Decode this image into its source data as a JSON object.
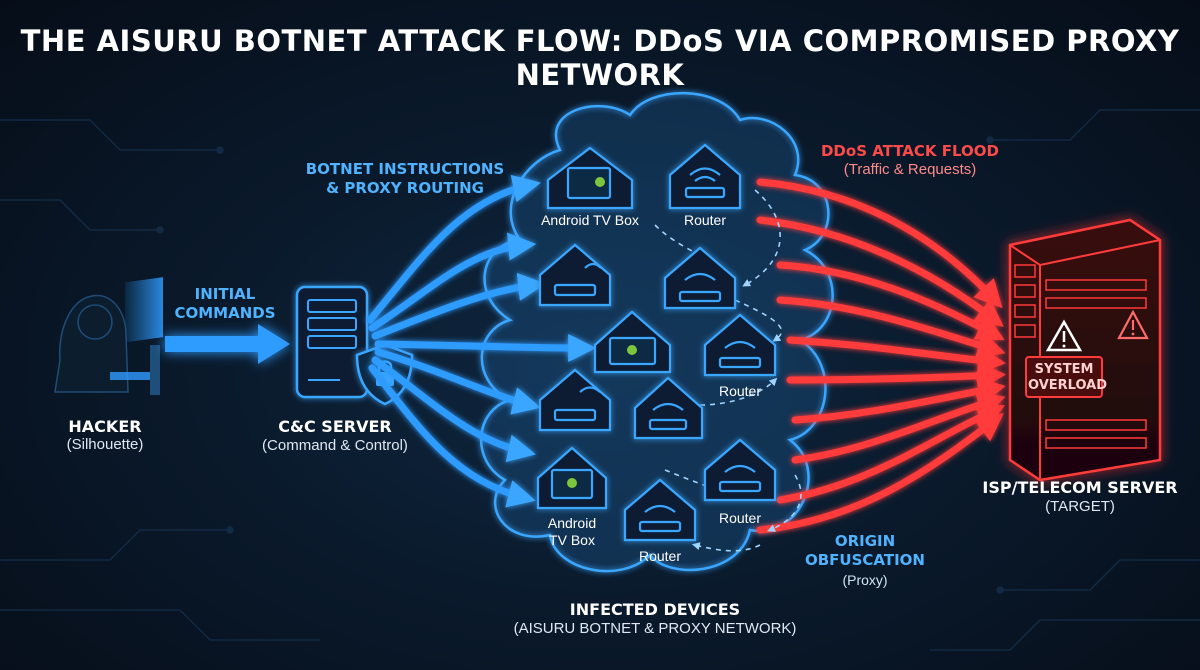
{
  "title": "THE AISURU BOTNET ATTACK FLOW: DDoS VIA COMPROMISED PROXY NETWORK",
  "hacker": {
    "label": "HACKER",
    "sub": "(Silhouette)"
  },
  "initial_commands": {
    "line1": "INITIAL",
    "line2": "COMMANDS"
  },
  "cc_server": {
    "label": "C&C SERVER",
    "sub": "(Command & Control)"
  },
  "botnet_instructions": {
    "line1": "BOTNET INSTRUCTIONS",
    "line2": "& PROXY ROUTING"
  },
  "devices": {
    "android_top": "Android TV Box",
    "router_top": "Router",
    "router_mid": "Router",
    "router_lower": "Router",
    "router_bottom": "Router",
    "android_bottom_1": "Android",
    "android_bottom_2": "TV Box"
  },
  "ddos": {
    "label": "DDoS ATTACK FLOOD",
    "sub": "(Traffic & Requests)"
  },
  "origin": {
    "line1": "ORIGIN",
    "line2": "OBFUSCATION",
    "line3": "(Proxy)"
  },
  "infected": {
    "label": "INFECTED DEVICES",
    "sub": "(AISURU BOTNET & PROXY NETWORK)"
  },
  "target": {
    "label": "ISP/TELECOM SERVER",
    "sub": "(TARGET)",
    "warning_1": "SYSTEM",
    "warning_2": "OVERLOAD"
  },
  "colors": {
    "blue": "#2f9bff",
    "red": "#ff3a3a",
    "cloud": "#3aa6ff",
    "android": "#7bc63c"
  },
  "icons": [
    "hacker-silhouette-icon",
    "server-icon",
    "shield-lock-icon",
    "house-router-icon",
    "house-tv-icon",
    "android-icon",
    "target-server-icon",
    "warning-icon"
  ]
}
